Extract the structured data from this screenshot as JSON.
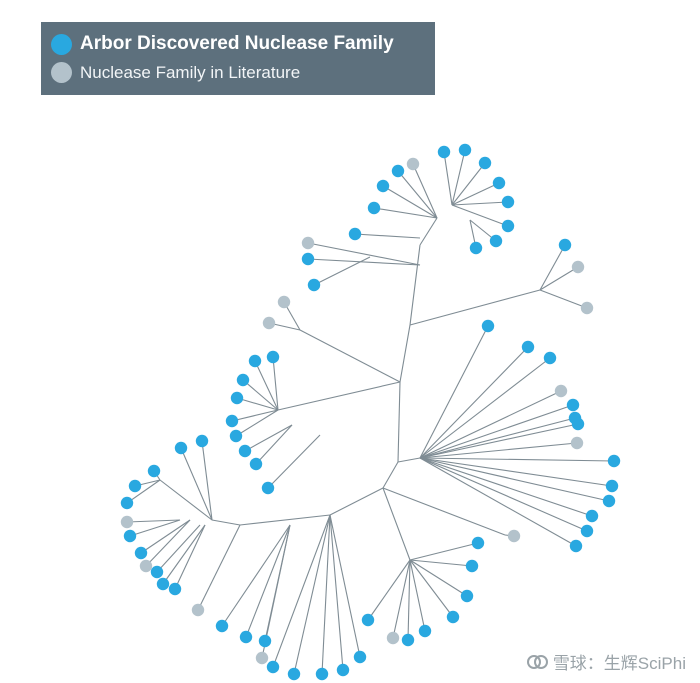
{
  "legend": {
    "items": [
      {
        "label": "Arbor Discovered Nuclease Family",
        "color": "#29a8e0"
      },
      {
        "label": "Nuclease Family in Literature",
        "color": "#b3c2cb"
      }
    ]
  },
  "watermark": {
    "text": "雪球：生辉SciPhi",
    "icon": "snowball-logo-icon"
  },
  "colors": {
    "branch": "#7f8c94",
    "discovered": "#29a8e0",
    "literature": "#b3c2cb"
  }
}
